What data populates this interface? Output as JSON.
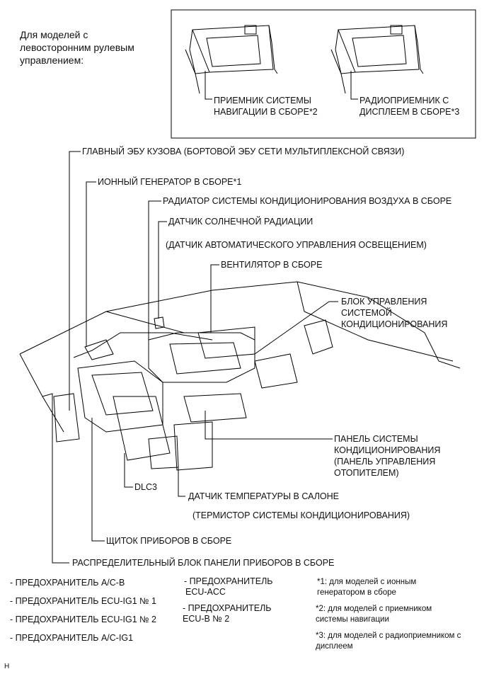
{
  "header_note": [
    "Для моделей с",
    "левосторонним рулевым",
    "управлением:"
  ],
  "inset": {
    "left_label": [
      "ПРИЕМНИК СИСТЕМЫ",
      "НАВИГАЦИИ В СБОРЕ*2"
    ],
    "right_label": [
      "РАДИОПРИЕМНИК С",
      "ДИСПЛЕЕМ В СБОРЕ*3"
    ]
  },
  "labels": {
    "main_body_ecu": "ГЛАВНЫЙ ЭБУ КУЗОВА (БОРТОВОЙ ЭБУ СЕТИ МУЛЬТИПЛЕКСНОЙ СВЯЗИ)",
    "ion_generator": "ИОННЫЙ ГЕНЕРАТОР В СБОРЕ*1",
    "ac_radiator": "РАДИАТОР СИСТЕМЫ КОНДИЦИОНИРОВАНИЯ ВОЗДУХА В СБОРЕ",
    "solar_sensor": "ДАТЧИК СОЛНЕЧНОЙ РАДИАЦИИ",
    "solar_sensor_note": "(ДАТЧИК АВТОМАТИЧЕСКОГО УПРАВЛЕНИЯ ОСВЕЩЕНИЕМ)",
    "blower": "ВЕНТИЛЯТОР В СБОРЕ",
    "ac_control_unit": [
      "БЛОК УПРАВЛЕНИЯ",
      "СИСТЕМОЙ",
      "КОНДИЦИОНИРОВАНИЯ"
    ],
    "ac_panel": [
      "ПАНЕЛЬ СИСТЕМЫ",
      "КОНДИЦИОНИРОВАНИЯ",
      "(ПАНЕЛЬ УПРАВЛЕНИЯ",
      "ОТОПИТЕЛЕМ)"
    ],
    "dlc3": "DLC3",
    "room_temp_sensor": "ДАТЧИК ТЕМПЕРАТУРЫ В САЛОНЕ",
    "room_temp_sensor_note": "(ТЕРМИСТОР СИСТЕМЫ КОНДИЦИОНИРОВАНИЯ)",
    "combination_meter": "ЩИТОК ПРИБОРОВ В СБОРЕ",
    "junction_block": "РАСПРЕДЕЛИТЕЛЬНЫЙ БЛОК ПАНЕЛИ ПРИБОРОВ В СБОРЕ"
  },
  "fuses_col1": [
    "- ПРЕДОХРАНИТЕЛЬ A/C-B",
    "- ПРЕДОХРАНИТЕЛЬ ECU-IG1 № 1",
    "- ПРЕДОХРАНИТЕЛЬ ECU-IG1 № 2",
    "- ПРЕДОХРАНИТЕЛЬ A/C-IG1"
  ],
  "fuses_col2": [
    "- ПРЕДОХРАНИТЕЛЬ",
    "ECU-ACC",
    "- ПРЕДОХРАНИТЕЛЬ",
    "ECU-B № 2"
  ],
  "footnotes": [
    "*1: для моделей с ионным",
    "генератором в сборе",
    "*2: для моделей с приемником",
    "системы навигации",
    "*3: для моделей с радиоприемником с",
    "дисплеем"
  ],
  "corner_mark": "H"
}
